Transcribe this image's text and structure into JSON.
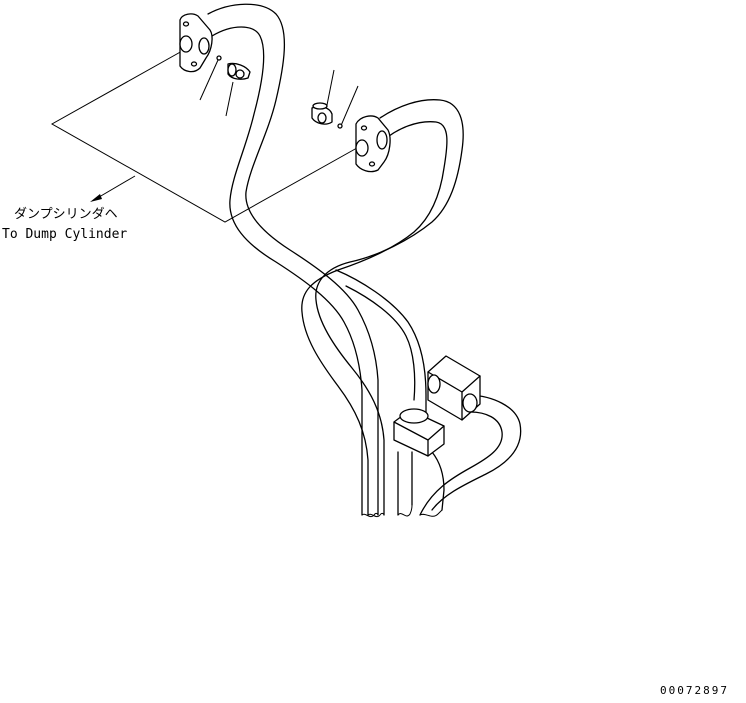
{
  "diagram": {
    "label_japanese": "ダンプシリンダヘ",
    "label_english": "To Dump Cylinder",
    "part_number": "00072897"
  },
  "colors": {
    "line": "#000000",
    "background": "#ffffff"
  }
}
